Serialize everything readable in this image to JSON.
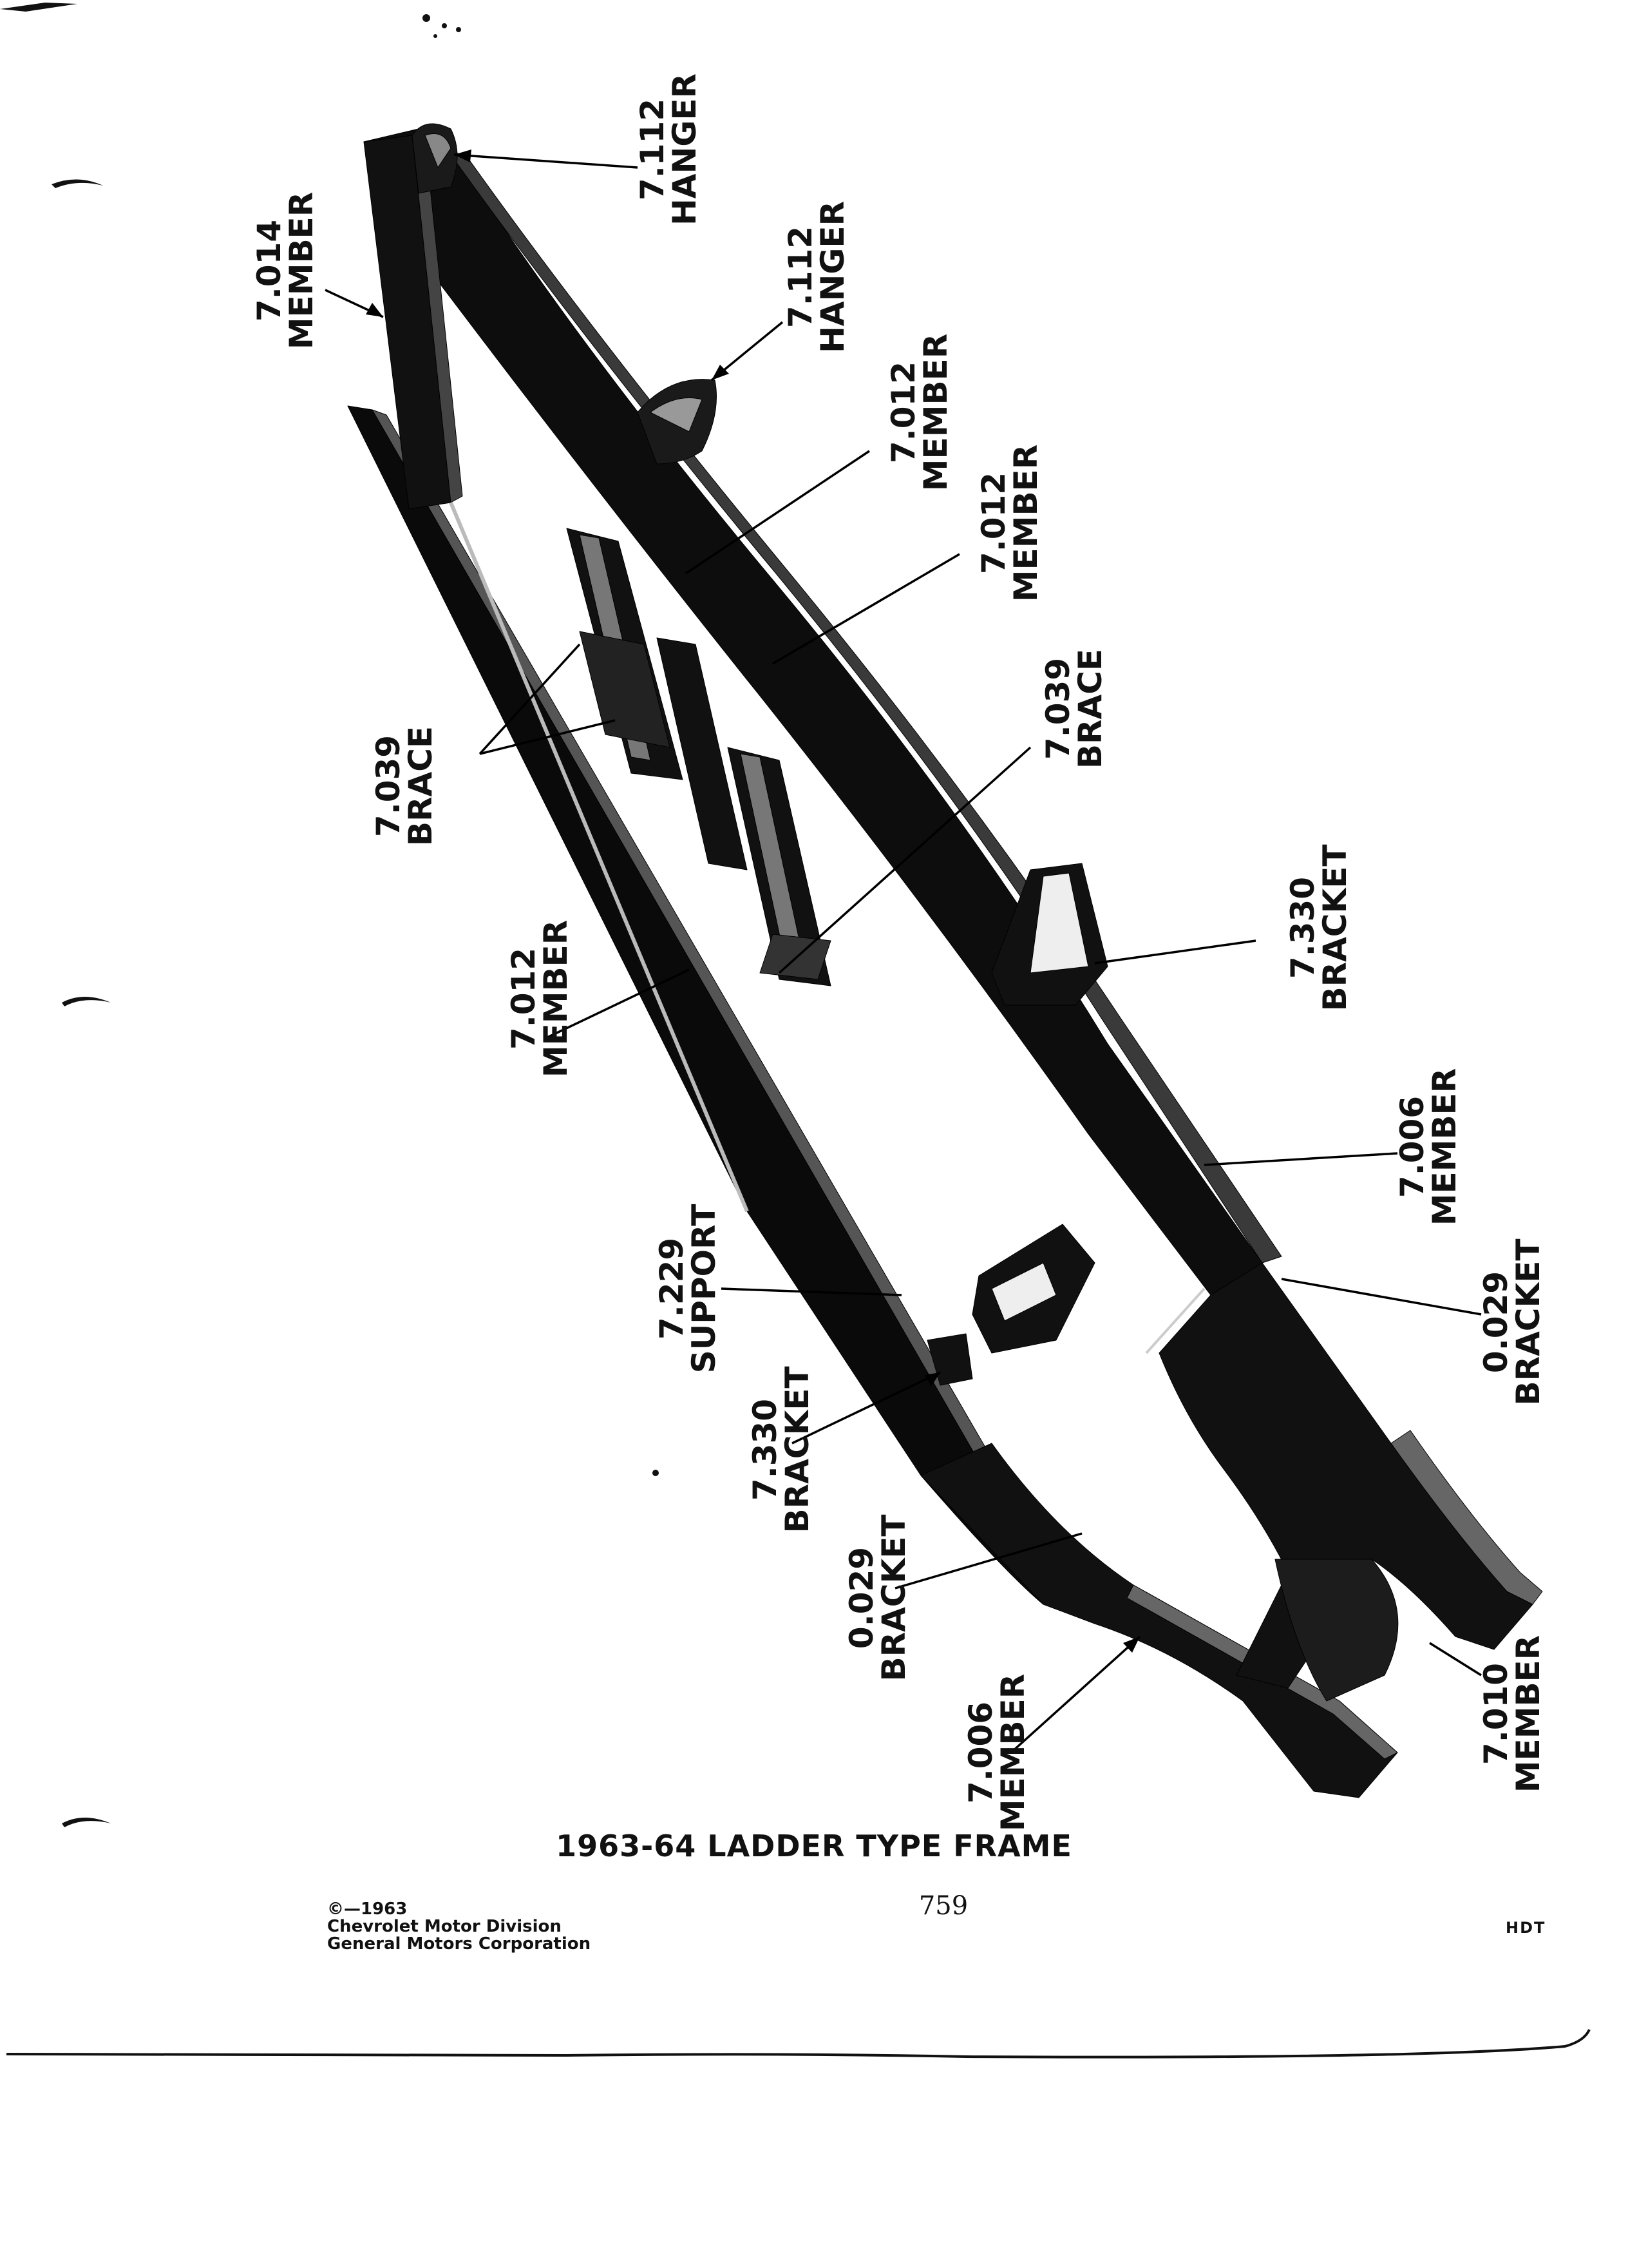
{
  "caption": "1963-64 LADDER TYPE FRAME",
  "page_number": "759",
  "copyright": [
    "©—1963",
    "Chevrolet Motor Division",
    "General Motors Corporation"
  ],
  "code": "HDT",
  "labels": [
    {
      "id": "hanger-top",
      "number": "7.112",
      "name": "HANGER"
    },
    {
      "id": "hanger-mid",
      "number": "7.112",
      "name": "HANGER"
    },
    {
      "id": "member-front",
      "number": "7.014",
      "name": "MEMBER"
    },
    {
      "id": "member-cross-1",
      "number": "7.012",
      "name": "MEMBER"
    },
    {
      "id": "member-cross-2",
      "number": "7.012",
      "name": "MEMBER"
    },
    {
      "id": "brace-left",
      "number": "7.039",
      "name": "BRACE"
    },
    {
      "id": "brace-right",
      "number": "7.039",
      "name": "BRACE"
    },
    {
      "id": "member-cross-3",
      "number": "7.012",
      "name": "MEMBER"
    },
    {
      "id": "bracket-right",
      "number": "7.330",
      "name": "BRACKET"
    },
    {
      "id": "member-rail-right",
      "number": "7.006",
      "name": "MEMBER"
    },
    {
      "id": "support",
      "number": "7.229",
      "name": "SUPPORT"
    },
    {
      "id": "bracket-right-2",
      "number": "0.029",
      "name": "BRACKET"
    },
    {
      "id": "bracket-left",
      "number": "7.330",
      "name": "BRACKET"
    },
    {
      "id": "bracket-left-2",
      "number": "0.029",
      "name": "BRACKET"
    },
    {
      "id": "member-rail-left",
      "number": "7.006",
      "name": "MEMBER"
    },
    {
      "id": "member-rear",
      "number": "7.010",
      "name": "MEMBER"
    }
  ]
}
